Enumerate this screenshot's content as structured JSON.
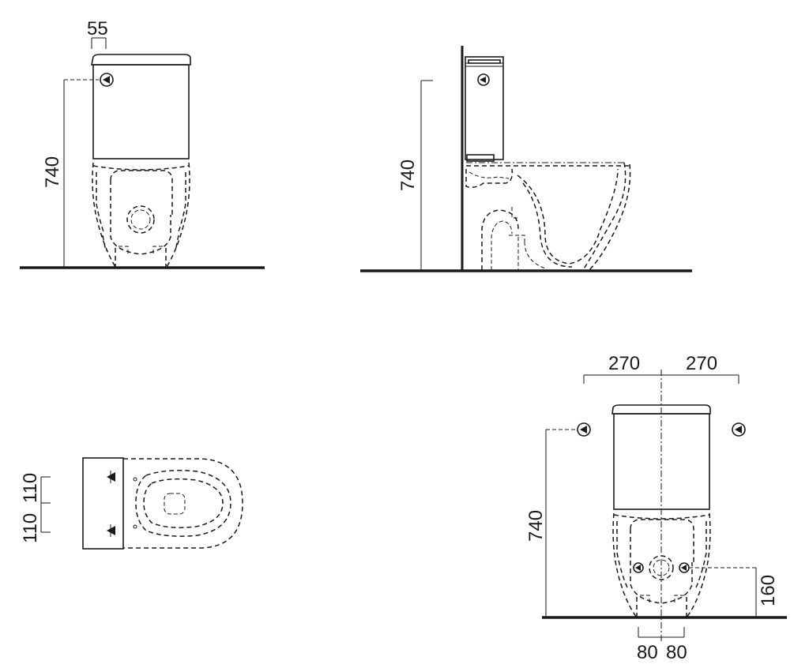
{
  "front_view": {
    "dim_top": "55",
    "dim_height": "740"
  },
  "side_view": {
    "dim_height": "740"
  },
  "top_view": {
    "dim_upper": "110",
    "dim_lower": "110"
  },
  "rear_view": {
    "dim_left": "270",
    "dim_right": "270",
    "dim_height": "740",
    "dim_outlet_height": "160",
    "dim_bottom_left": "80",
    "dim_bottom_right": "80"
  }
}
